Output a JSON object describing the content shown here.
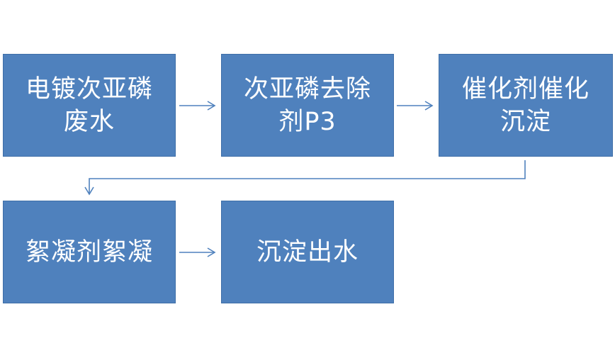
{
  "flow": {
    "steps": [
      {
        "label": "电镀次亚磷废水"
      },
      {
        "label": "次亚磷去除剂P3"
      },
      {
        "label": "催化剂催化沉淀"
      },
      {
        "label": "絮凝剂絮凝"
      },
      {
        "label": "沉淀出水"
      }
    ]
  },
  "colors": {
    "box_fill": "#4f81bd",
    "box_text": "#ffffff",
    "arrow": "#4f81bd"
  }
}
